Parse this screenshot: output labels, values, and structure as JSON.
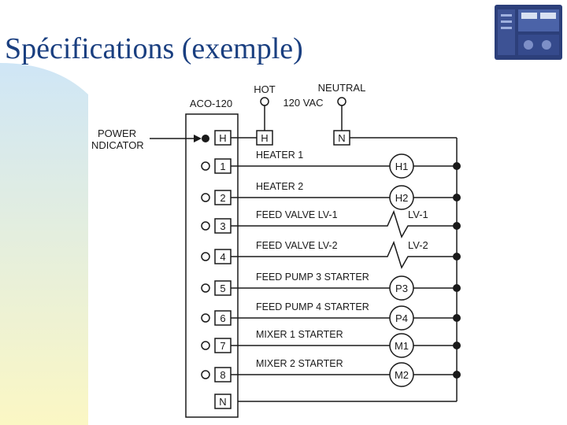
{
  "slide": {
    "title": "Spécifications (exemple)"
  },
  "diagram": {
    "hot_label": "HOT",
    "neutral_label": "NEUTRAL",
    "voltage_label": "120 VAC",
    "controller_label": "ACO-120",
    "power_indicator_lines": [
      "POWER",
      "NDICATOR"
    ],
    "supply_hot_terminal": "H",
    "supply_neutral_terminal": "N",
    "terminals": [
      "H",
      "1",
      "2",
      "3",
      "4",
      "5",
      "6",
      "7",
      "8",
      "N"
    ],
    "loads": [
      {
        "label": "HEATER 1",
        "symbol": "H1",
        "kind": "circle"
      },
      {
        "label": "HEATER 2",
        "symbol": "H2",
        "kind": "circle"
      },
      {
        "label": "FEED VALVE LV-1",
        "symbol": "LV-1",
        "kind": "solenoid"
      },
      {
        "label": "FEED VALVE LV-2",
        "symbol": "LV-2",
        "kind": "solenoid"
      },
      {
        "label": "FEED PUMP 3 STARTER",
        "symbol": "P3",
        "kind": "circle"
      },
      {
        "label": "FEED PUMP 4 STARTER",
        "symbol": "P4",
        "kind": "circle"
      },
      {
        "label": "MIXER 1 STARTER",
        "symbol": "M1",
        "kind": "circle"
      },
      {
        "label": "MIXER 2 STARTER",
        "symbol": "M2",
        "kind": "circle"
      }
    ]
  },
  "colors": {
    "title": "#1a3f80",
    "line": "#1a1a1a",
    "gradient_top": "#cfe6f6",
    "gradient_bottom": "#fbf7c4"
  }
}
